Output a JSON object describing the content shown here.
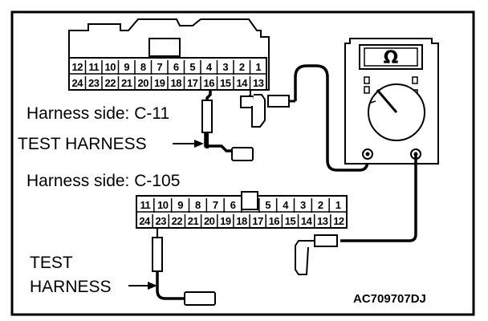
{
  "labels": {
    "harness_c11": "Harness side: C-11",
    "test_harness_inline": "TEST HARNESS",
    "harness_c105": "Harness side: C-105",
    "test_harness_line1": "TEST",
    "test_harness_line2": "HARNESS",
    "figure_code": "AC709707DJ"
  },
  "meter": {
    "unit_symbol": "Ω"
  },
  "connector_c11": {
    "top_row": [
      "12",
      "11",
      "10",
      "9",
      "8",
      "7",
      "6",
      "5",
      "4",
      "3",
      "2",
      "1"
    ],
    "bottom_row": [
      "24",
      "23",
      "22",
      "21",
      "20",
      "19",
      "18",
      "17",
      "16",
      "15",
      "14",
      "13"
    ]
  },
  "connector_c105": {
    "top_row": [
      "11",
      "10",
      "9",
      "8",
      "7",
      "6",
      "",
      "5",
      "4",
      "3",
      "2",
      "1"
    ],
    "bottom_row": [
      "24",
      "23",
      "22",
      "21",
      "20",
      "19",
      "18",
      "17",
      "16",
      "15",
      "14",
      "13",
      "12"
    ]
  },
  "colors": {
    "line": "#000000",
    "background": "#ffffff"
  }
}
